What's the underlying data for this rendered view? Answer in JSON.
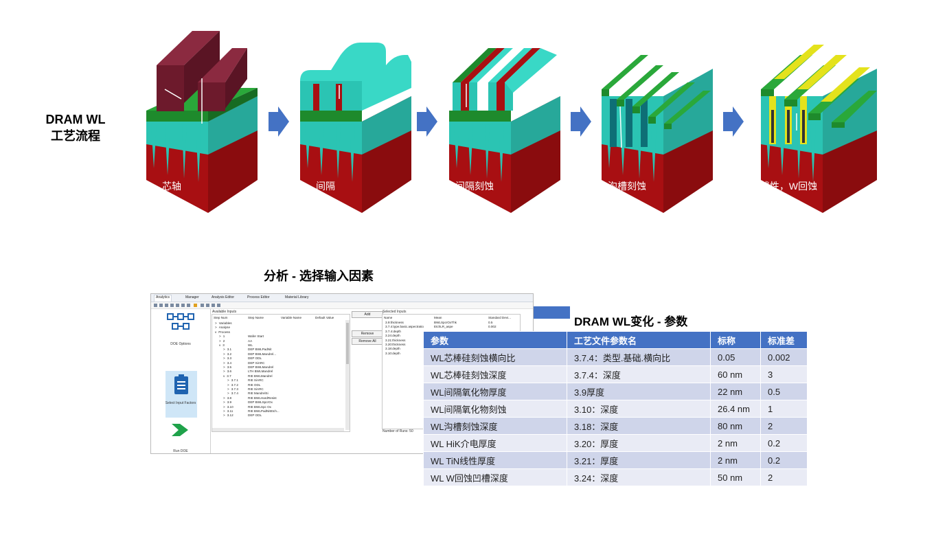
{
  "main_title": [
    "DRAM WL",
    "工艺流程"
  ],
  "stages": [
    {
      "label": "芯轴"
    },
    {
      "label": "间隔"
    },
    {
      "label": "间隔刻蚀"
    },
    {
      "label": "沟槽刻蚀"
    },
    {
      "label": "线性，W回蚀"
    }
  ],
  "colors": {
    "substrate": "#a80f12",
    "oxide": "#2bc4b3",
    "nitride": "#1e8a2c",
    "mandrel": "#7a1f33",
    "liner": "#e4e21c",
    "arrow": "#4472c4",
    "header": "#4472c4"
  },
  "section_title": "分析 - 选择输入因素",
  "callout_title": "DRAM WL变化 - 参数",
  "window": {
    "tabs": [
      "Analytics",
      "Manager",
      "Analysis Editor",
      "Process Editor",
      "Material Library"
    ],
    "side": [
      {
        "label": "DOE Options",
        "icon": "network-icon"
      },
      {
        "label": "Select Input Factors",
        "icon": "clipboard-icon"
      },
      {
        "label": "Run DOE",
        "icon": "play-arrow-icon"
      }
    ],
    "available_inputs_title": "Available Inputs",
    "columns": [
      "Step Num",
      "Step Name",
      "Variable Name",
      "Default Value"
    ],
    "tree": [
      {
        "num": "Variables",
        "name": "",
        "indent": 0,
        "arrow": ">"
      },
      {
        "num": "Analyse",
        "name": "",
        "indent": 0,
        "arrow": ">"
      },
      {
        "num": "Process",
        "name": "",
        "indent": 0,
        "arrow": "v"
      },
      {
        "num": "1",
        "name": "Wafer Start",
        "indent": 1,
        "arrow": ">"
      },
      {
        "num": "2",
        "name": "AA",
        "indent": 1,
        "arrow": ">"
      },
      {
        "num": "3",
        "name": "WL",
        "indent": 1,
        "arrow": "v"
      },
      {
        "num": "3.1",
        "name": "DEP BWLPadNit",
        "indent": 2,
        "arrow": ">"
      },
      {
        "num": "3.2",
        "name": "DEP BWLMandrel...",
        "indent": 2,
        "arrow": ">"
      },
      {
        "num": "3.3",
        "name": "DEP ODL",
        "indent": 2,
        "arrow": ">"
      },
      {
        "num": "3.4",
        "name": "DEP SiARC",
        "indent": 2,
        "arrow": ">"
      },
      {
        "num": "3.5",
        "name": "DEP BWLMandrel",
        "indent": 2,
        "arrow": ">"
      },
      {
        "num": "3.6",
        "name": "LTH BWLMandrel",
        "indent": 2,
        "arrow": ">"
      },
      {
        "num": "3.7",
        "name": "RIE BWLMandrel",
        "indent": 2,
        "arrow": "v"
      },
      {
        "num": "3.7.1",
        "name": "RIE SiARC",
        "indent": 3,
        "arrow": ">"
      },
      {
        "num": "3.7.2",
        "name": "RIE ODL",
        "indent": 3,
        "arrow": ">"
      },
      {
        "num": "3.7.3",
        "name": "RIE SiARC",
        "indent": 3,
        "arrow": ">"
      },
      {
        "num": "3.7.4",
        "name": "RIE MandrelSi",
        "indent": 3,
        "arrow": ">"
      },
      {
        "num": "3.8",
        "name": "RIE BWLHardResist",
        "indent": 2,
        "arrow": ">"
      },
      {
        "num": "3.9",
        "name": "DEP BWLSpcrOx",
        "indent": 2,
        "arrow": ">"
      },
      {
        "num": "3.10",
        "name": "RIE BWLSpc Ox",
        "indent": 2,
        "arrow": ">"
      },
      {
        "num": "3.11",
        "name": "RIE BWLPadNitEtch...",
        "indent": 2,
        "arrow": ">"
      },
      {
        "num": "3.12",
        "name": "DEP ODL",
        "indent": 2,
        "arrow": ">"
      }
    ],
    "buttons": [
      "Add",
      "Remove",
      "Remove All"
    ],
    "selected_inputs_title": "Selected Inputs",
    "selected_columns": [
      "Name",
      "Mean",
      "Standard Devi..."
    ],
    "selected_rows": [
      {
        "name": "3.9:thickness",
        "mean": "BWLSpcrOxThk",
        "sd": "0.5"
      },
      {
        "name": "3.7.4:type.basic.aspectratio",
        "mean": "EtchLR_aspe",
        "sd": "0.002"
      },
      {
        "name": "3.7.4:depth",
        "mean": "",
        "sd": ""
      },
      {
        "name": "3.24:depth",
        "mean": "",
        "sd": ""
      },
      {
        "name": "3.21:thickness",
        "mean": "",
        "sd": ""
      },
      {
        "name": "3.20:thickness",
        "mean": "",
        "sd": ""
      },
      {
        "name": "3.18:depth",
        "mean": "",
        "sd": ""
      },
      {
        "name": "3.10:depth",
        "mean": "",
        "sd": ""
      }
    ],
    "runs_label": "Number of Runs: 50"
  },
  "table": {
    "headers": [
      "参数",
      "工艺文件参数名",
      "标称",
      "标准差"
    ],
    "rows": [
      [
        "WL芯棒硅刻蚀横向比",
        "3.7.4：类型.基础.横向比",
        "0.05",
        "0.002"
      ],
      [
        "WL芯棒硅刻蚀深度",
        "3.7.4：深度",
        "60 nm",
        "3"
      ],
      [
        "WL间隔氧化物厚度",
        "3.9厚度",
        "22 nm",
        "0.5"
      ],
      [
        "WL间隔氧化物刻蚀",
        "3.10：深度",
        "26.4 nm",
        "1"
      ],
      [
        "WL沟槽刻蚀深度",
        "3.18：深度",
        "80 nm",
        "2"
      ],
      [
        "WL HiK介电厚度",
        "3.20：厚度",
        "2 nm",
        "0.2"
      ],
      [
        "WL TiN线性厚度",
        "3.21：厚度",
        "2 nm",
        "0.2"
      ],
      [
        "WL W回蚀凹槽深度",
        "3.24：深度",
        "50 nm",
        "2"
      ]
    ]
  }
}
